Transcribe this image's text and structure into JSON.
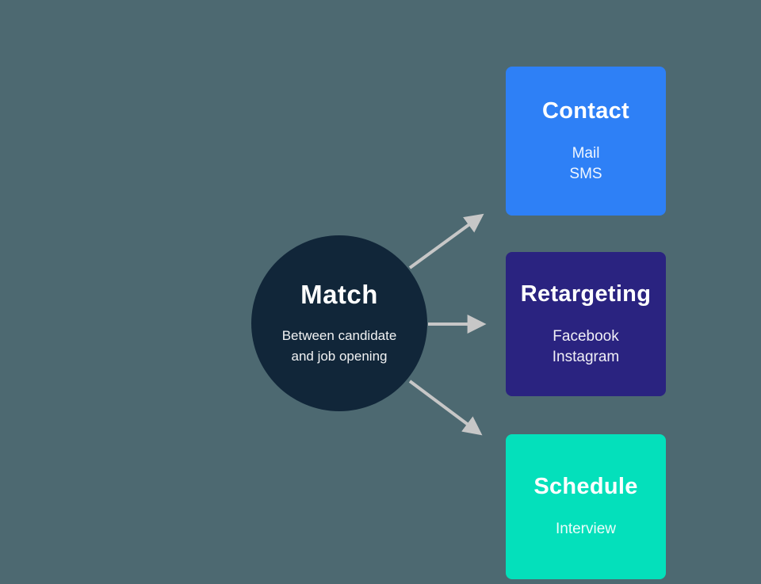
{
  "canvas": {
    "background_color": "#4d6971"
  },
  "diagram": {
    "center_node": {
      "title": "Match",
      "subtitle_line1": "Between candidate",
      "subtitle_line2": "and job opening",
      "color": "#112639"
    },
    "targets": [
      {
        "title": "Contact",
        "items": [
          "Mail",
          "SMS"
        ],
        "color": "#2e80f6"
      },
      {
        "title": "Retargeting",
        "items": [
          "Facebook",
          "Instagram"
        ],
        "color": "#2a2380"
      },
      {
        "title": "Schedule",
        "items": [
          "Interview"
        ],
        "color": "#04e0bb"
      }
    ],
    "arrow_color": "#c7c7c7"
  }
}
